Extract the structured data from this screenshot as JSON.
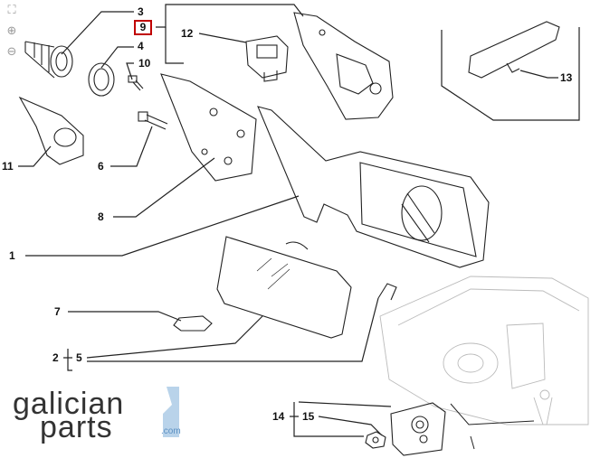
{
  "viewer": {
    "fit_icon": "fit-to-screen-icon",
    "zoom_in_icon": "zoom-in-icon",
    "zoom_out_icon": "zoom-out-icon"
  },
  "callouts": {
    "c1": "1",
    "c2": "2",
    "c3": "3",
    "c4": "4",
    "c5": "5",
    "c6": "6",
    "c7": "7",
    "c8": "8",
    "c9": "9",
    "c10": "10",
    "c11": "11",
    "c12": "12",
    "c13": "13",
    "c14": "14",
    "c15": "15"
  },
  "highlight_color": "#c00000",
  "logo": {
    "word1": "galician",
    "word2": "parts",
    "domain": ".com",
    "accent_color": "#b9d3ea"
  }
}
